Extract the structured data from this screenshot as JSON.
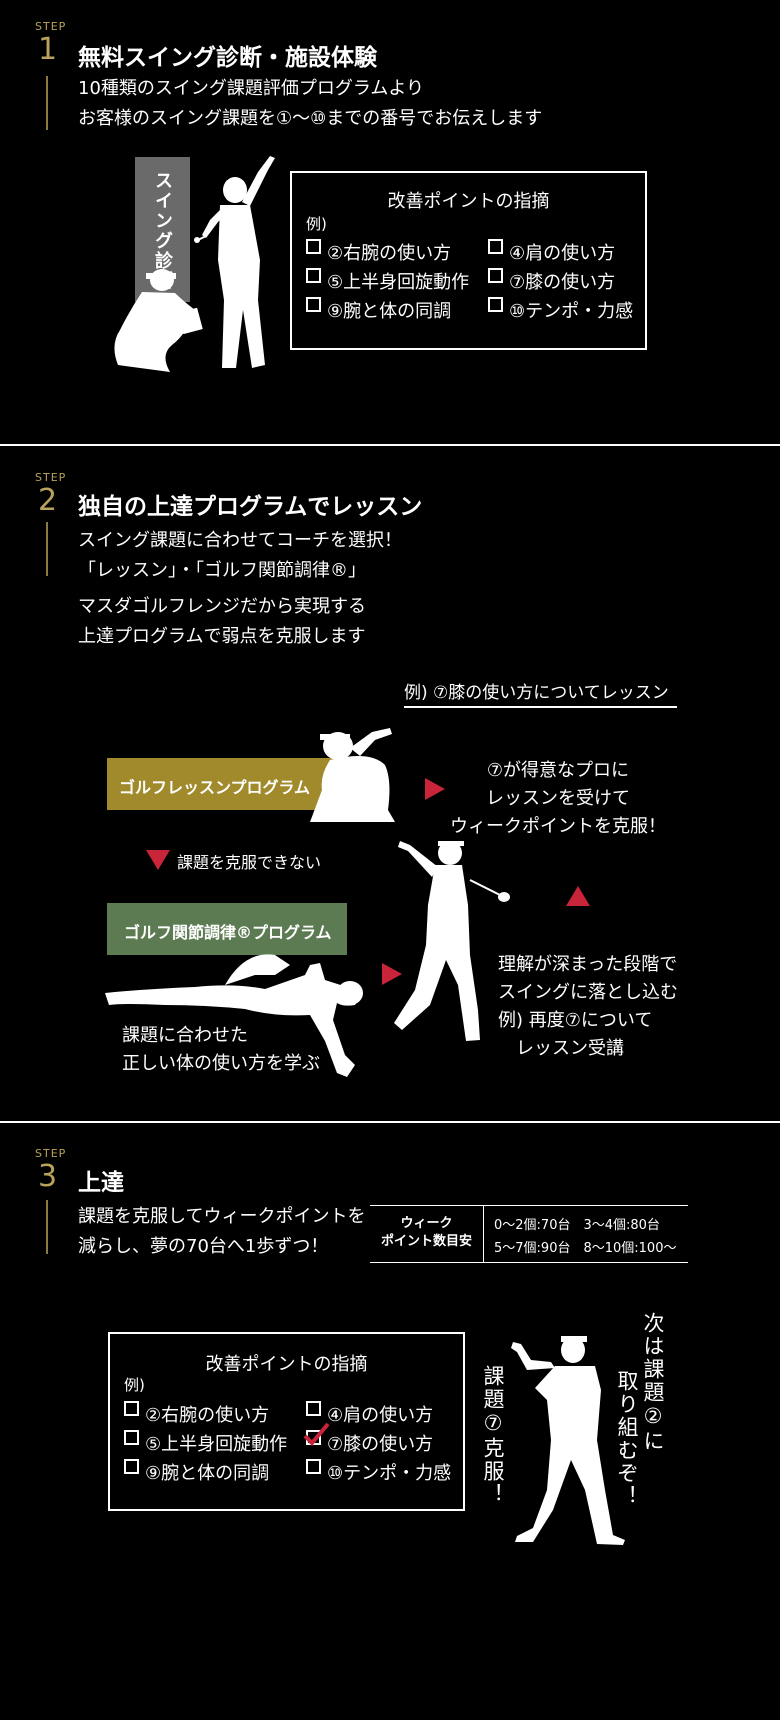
{
  "step1": {
    "label": "STEP",
    "num": "1",
    "title": "無料スイング診断・施設体験",
    "desc": "10種類のスイング課題評価プログラムより\nお客様のスイング課題を①〜⑩までの番号でお伝えします",
    "tag": "スイング診断",
    "box": {
      "title": "改善ポイントの指摘",
      "example": "例)",
      "items": [
        "②右腕の使い方",
        "④肩の使い方",
        "⑤上半身回旋動作",
        "⑦膝の使い方",
        "⑨腕と体の同調",
        "⑩テンポ・力感"
      ]
    }
  },
  "step2": {
    "label": "STEP",
    "num": "2",
    "title": "独自の上達プログラムでレッスン",
    "desc1": "スイング課題に合わせてコーチを選択！\n「レッスン」・「ゴルフ関節調律®」",
    "desc2": "マスダゴルフレンジだから実現する\n上達プログラムで弱点を克服します",
    "example_heading": "例) ⑦膝の使い方についてレッスン",
    "lesson_program": "ゴルフレッスンプログラム",
    "pro_text": "⑦が得意なプロに\nレッスンを受けて\nウィークポイントを克服！",
    "cannot_overcome": "課題を克服できない",
    "joint_program": "ゴルフ関節調律®プログラム",
    "deep_text": "理解が深まった段階で\nスイングに落とし込む\n例) 再度⑦について\n　レッスン受講",
    "body_text": "課題に合わせた\n正しい体の使い方を学ぶ"
  },
  "step3": {
    "label": "STEP",
    "num": "3",
    "title": "上達",
    "desc": "課題を克服してウィークポイントを\n減らし、夢の70台へ1歩ずつ！",
    "table": {
      "header": "ウィーク\nポイント数目安",
      "row1": "0〜2個:70台　3〜4個:80台",
      "row2": "5〜7個:90台　8〜10個:100〜"
    },
    "box": {
      "title": "改善ポイントの指摘",
      "example": "例)",
      "items": [
        "②右腕の使い方",
        "④肩の使い方",
        "⑤上半身回旋動作",
        "⑦膝の使い方",
        "⑨腕と体の同調",
        "⑩テンポ・力感"
      ]
    },
    "vert1": "課題⑦克服！",
    "vert2": "次は課題②に",
    "vert3": "取り組むぞ！"
  },
  "colors": {
    "gold": "#b9a25a",
    "olive": "#a08a2c",
    "green": "#5d7b52",
    "red": "#c8243a",
    "tag_gray": "#6a6a6a"
  }
}
